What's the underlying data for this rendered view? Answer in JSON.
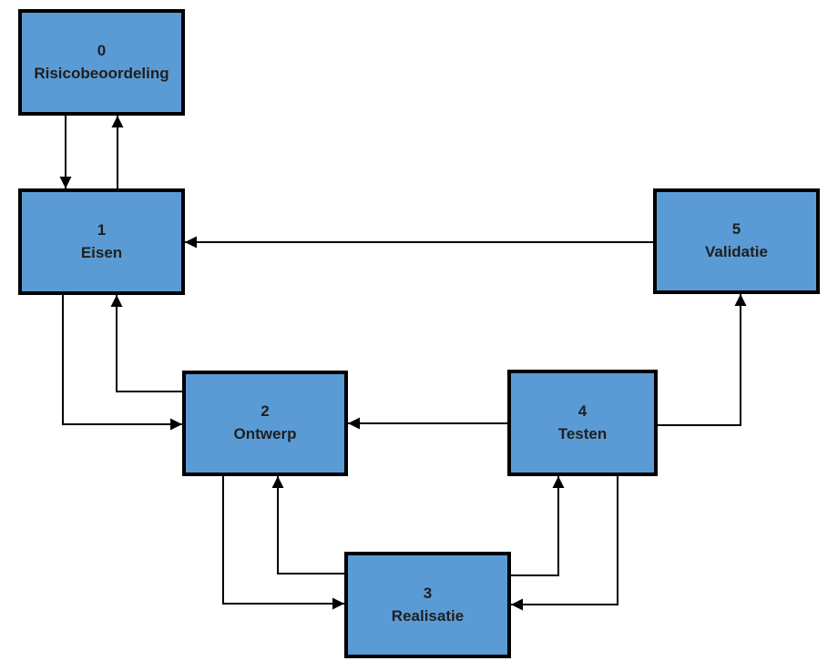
{
  "diagram": {
    "type": "flowchart",
    "colors": {
      "background": "#ffffff",
      "node_fill": "#5b9bd5",
      "node_border": "#000000",
      "edge": "#000000",
      "text": "#1f1f1f"
    },
    "nodes": [
      {
        "id": "risicobeoordeling",
        "number": "0",
        "label": "Risicobeoordeling"
      },
      {
        "id": "eisen",
        "number": "1",
        "label": "Eisen"
      },
      {
        "id": "ontwerp",
        "number": "2",
        "label": "Ontwerp"
      },
      {
        "id": "realisatie",
        "number": "3",
        "label": "Realisatie"
      },
      {
        "id": "testen",
        "number": "4",
        "label": "Testen"
      },
      {
        "id": "validatie",
        "number": "5",
        "label": "Validatie"
      }
    ],
    "edges": [
      {
        "from": "risicobeoordeling",
        "to": "eisen"
      },
      {
        "from": "eisen",
        "to": "risicobeoordeling"
      },
      {
        "from": "validatie",
        "to": "eisen"
      },
      {
        "from": "eisen",
        "to": "ontwerp"
      },
      {
        "from": "ontwerp",
        "to": "eisen"
      },
      {
        "from": "testen",
        "to": "ontwerp"
      },
      {
        "from": "ontwerp",
        "to": "realisatie"
      },
      {
        "from": "realisatie",
        "to": "ontwerp"
      },
      {
        "from": "realisatie",
        "to": "testen"
      },
      {
        "from": "testen",
        "to": "realisatie"
      },
      {
        "from": "testen",
        "to": "validatie"
      }
    ]
  }
}
